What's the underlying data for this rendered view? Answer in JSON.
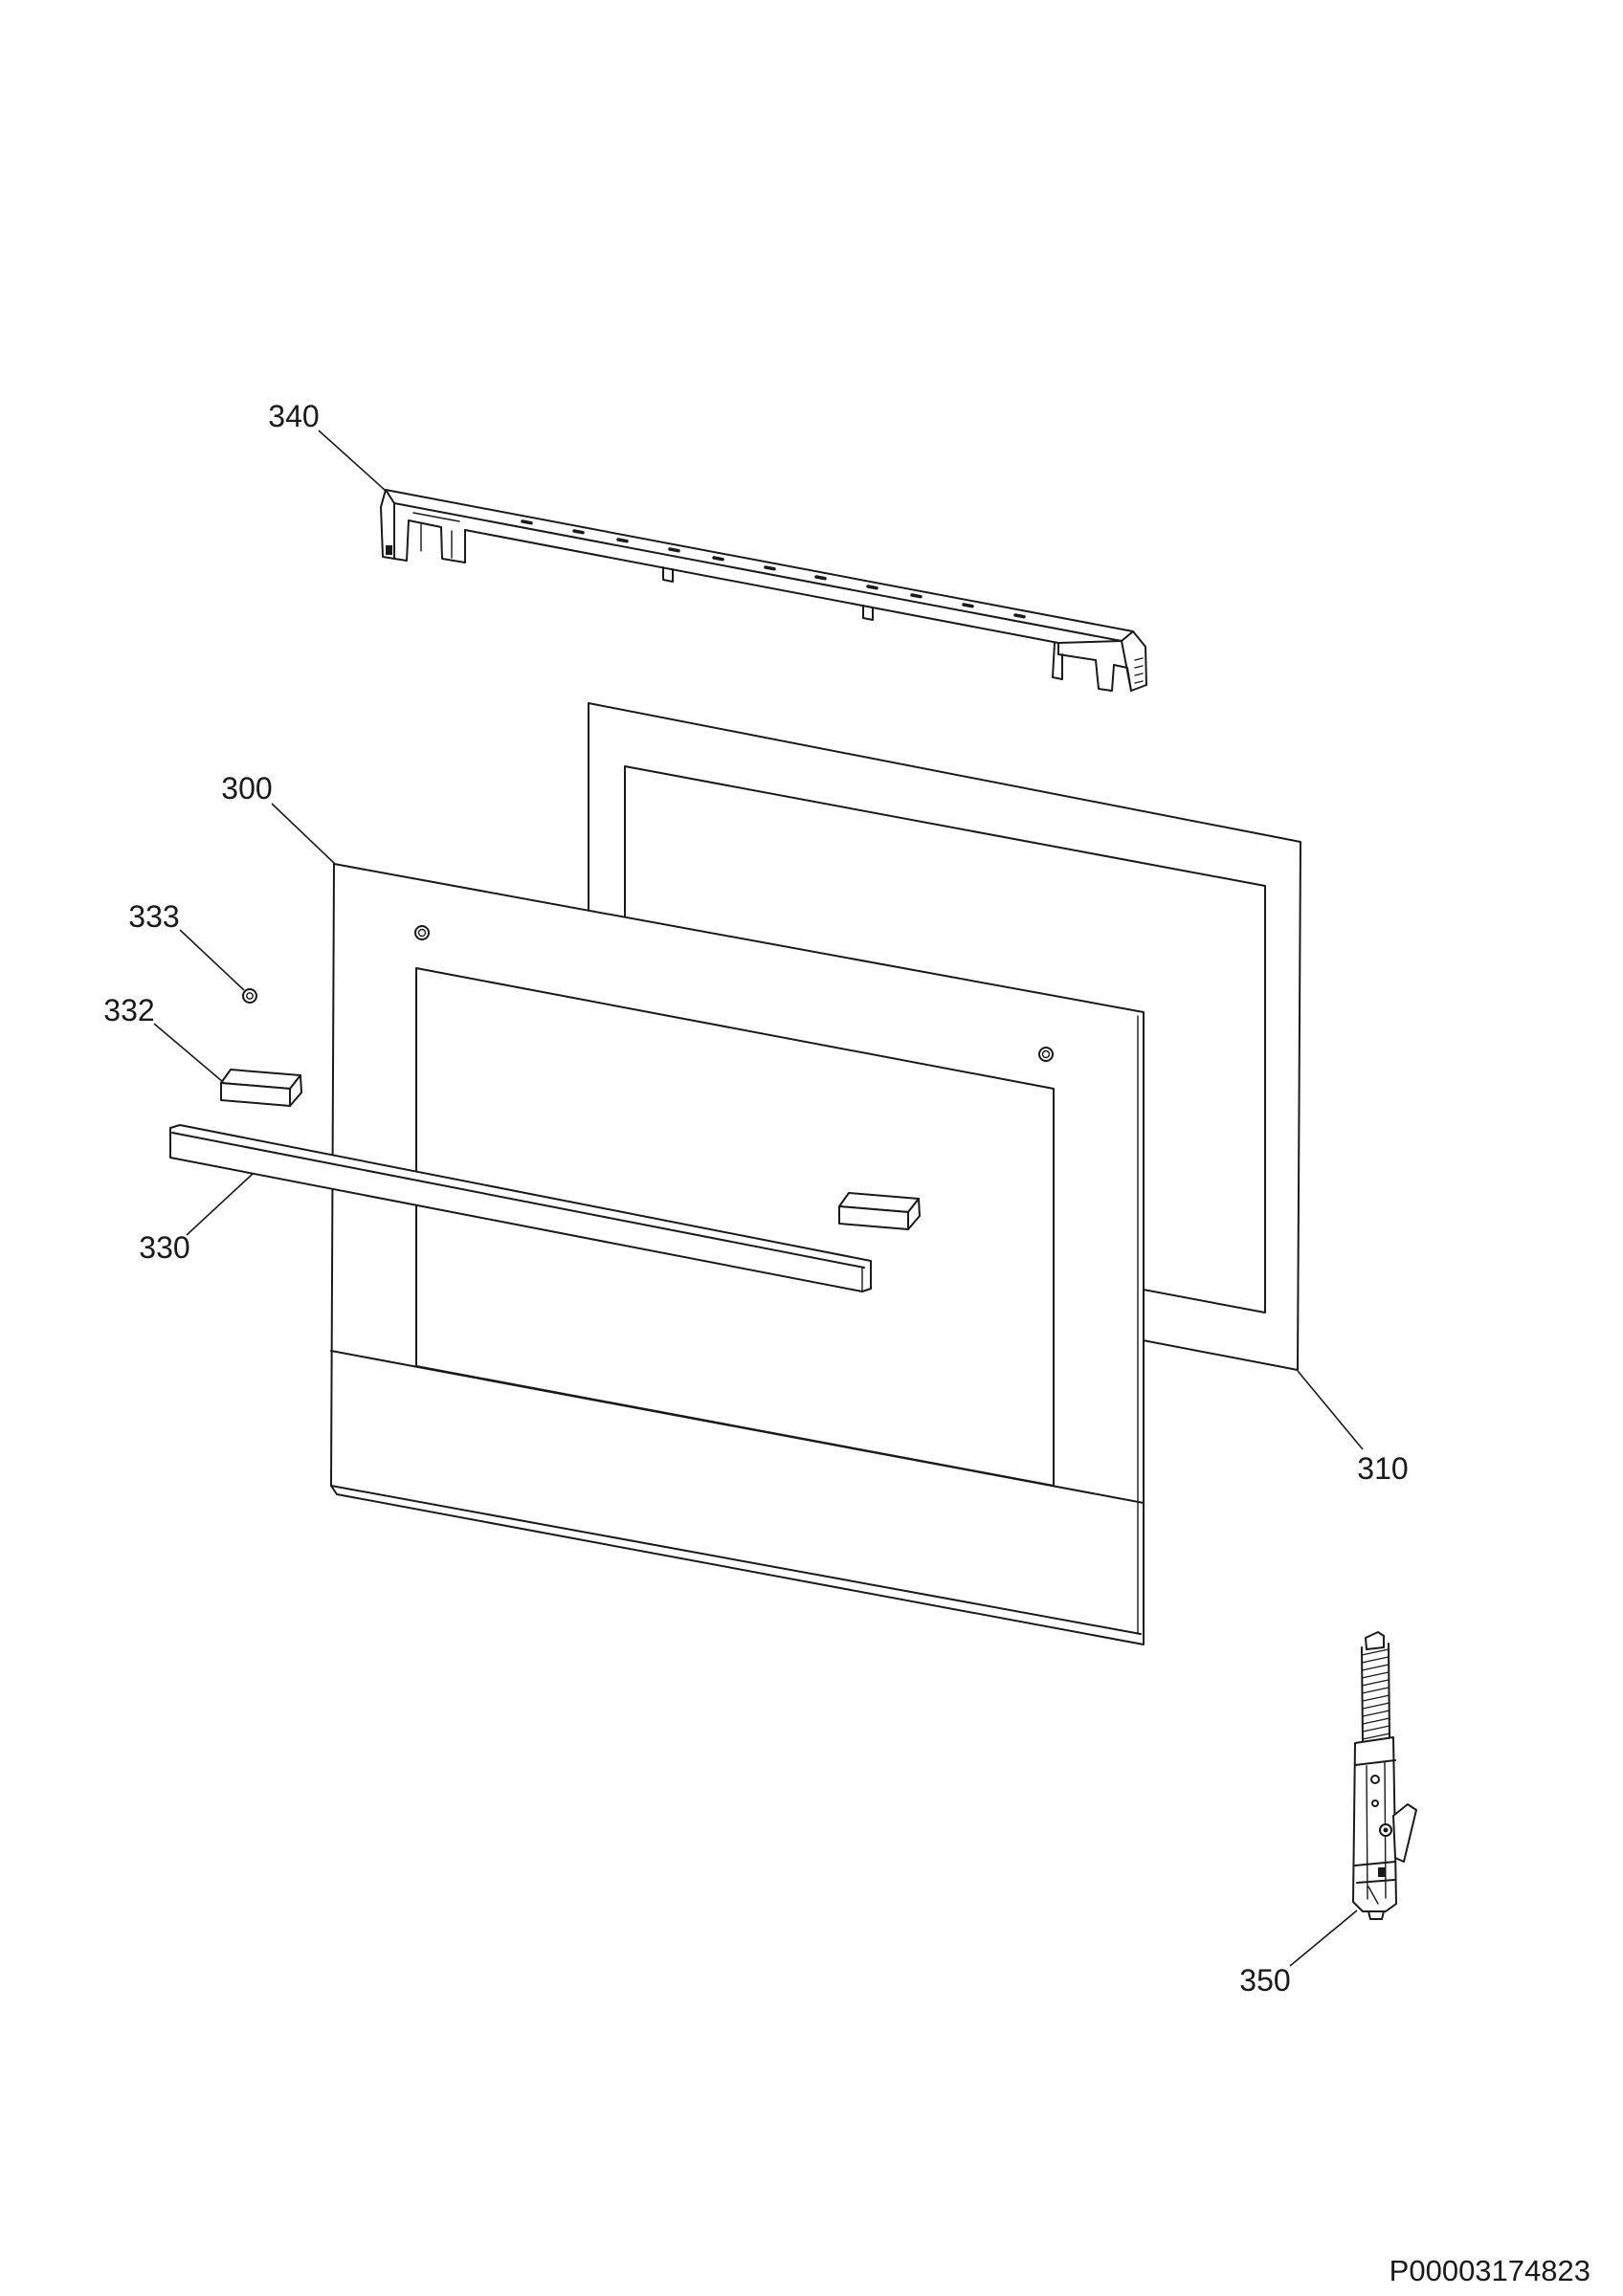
{
  "diagram": {
    "callouts": {
      "p340": "340",
      "p300": "300",
      "p333": "333",
      "p332": "332",
      "p330": "330",
      "p310": "310",
      "p350": "350"
    },
    "drawing_number": "P00003174823"
  },
  "colors": {
    "line": "#1a1a1a",
    "background": "#ffffff"
  }
}
